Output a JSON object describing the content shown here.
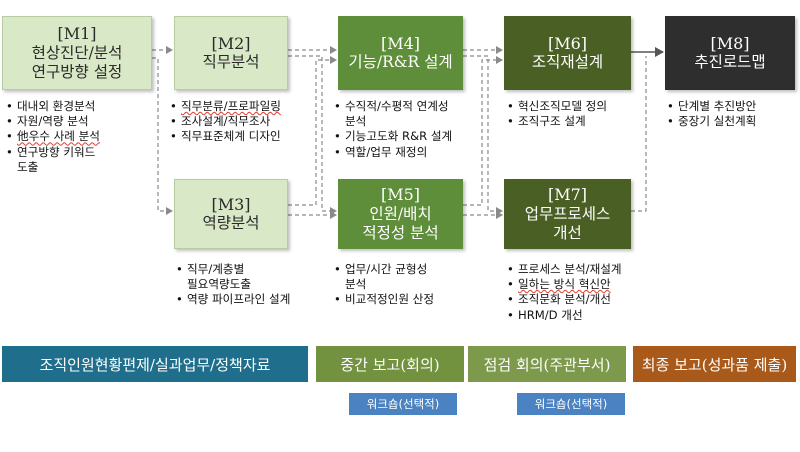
{
  "modules": {
    "m1": {
      "code": "[M1]",
      "title": "현상진단/분석\n연구방향 설정"
    },
    "m2": {
      "code": "[M2]",
      "title": "직무분석"
    },
    "m3": {
      "code": "[M3]",
      "title": "역량분석"
    },
    "m4": {
      "code": "[M4]",
      "title": "기능/R&R 설계"
    },
    "m5": {
      "code": "[M5]",
      "title": "인원/배치\n적정성 분석"
    },
    "m6": {
      "code": "[M6]",
      "title": "조직재설계"
    },
    "m7": {
      "code": "[M7]",
      "title": "업무프로세스\n개선"
    },
    "m8": {
      "code": "[M8]",
      "title": "추진로드맵"
    }
  },
  "bullets": {
    "m1": [
      "대내외 환경분석",
      "자원/역량 분석",
      "他우수 사례 분석",
      "연구방향 키워드\n도출"
    ],
    "m2": [
      "직무분류/프로파일링",
      "조사설계/직무조사",
      "직무표준체계 디자인"
    ],
    "m3": [
      "직무/계층별\n필요역량도출",
      "역량 파이프라인 설계"
    ],
    "m4": [
      "수직적/수평적 연계성\n분석",
      "기능고도화 R&R 설계",
      "역할/업무 재정의"
    ],
    "m5": [
      "업무/시간 균형성\n분석",
      "비교적정인원 산정"
    ],
    "m6": [
      "혁신조직모델 정의",
      "조직구조 설계"
    ],
    "m7": [
      "프로세스 분석/재설계",
      "일하는 방식 혁신안",
      "조직문화 분석/개선",
      "HRM/D 개선"
    ],
    "m8": [
      "단계별 추진방안",
      "중장기 실천계획"
    ]
  },
  "bands": {
    "b1": "조직인원현황편제/실과업무/정책자료",
    "b2": "중간 보고(회의)",
    "b3": "점검 회의(주관부서)",
    "b4": "최종 보고(성과품 제출)"
  },
  "workshops": {
    "w1": "워크숍(선택적)",
    "w2": "워크숍(선택적)"
  },
  "colors": {
    "pale_box": "#d9e8c6",
    "mid_box": "#5e8e3a",
    "dark_box": "#4a5f23",
    "darkest_box": "#2e2e2e",
    "band_blue": "#1f6e8c",
    "band_green": "#72923f",
    "band_olive": "#7d9a4c",
    "band_brown": "#a95a1a",
    "chip_blue": "#4a82c2"
  }
}
